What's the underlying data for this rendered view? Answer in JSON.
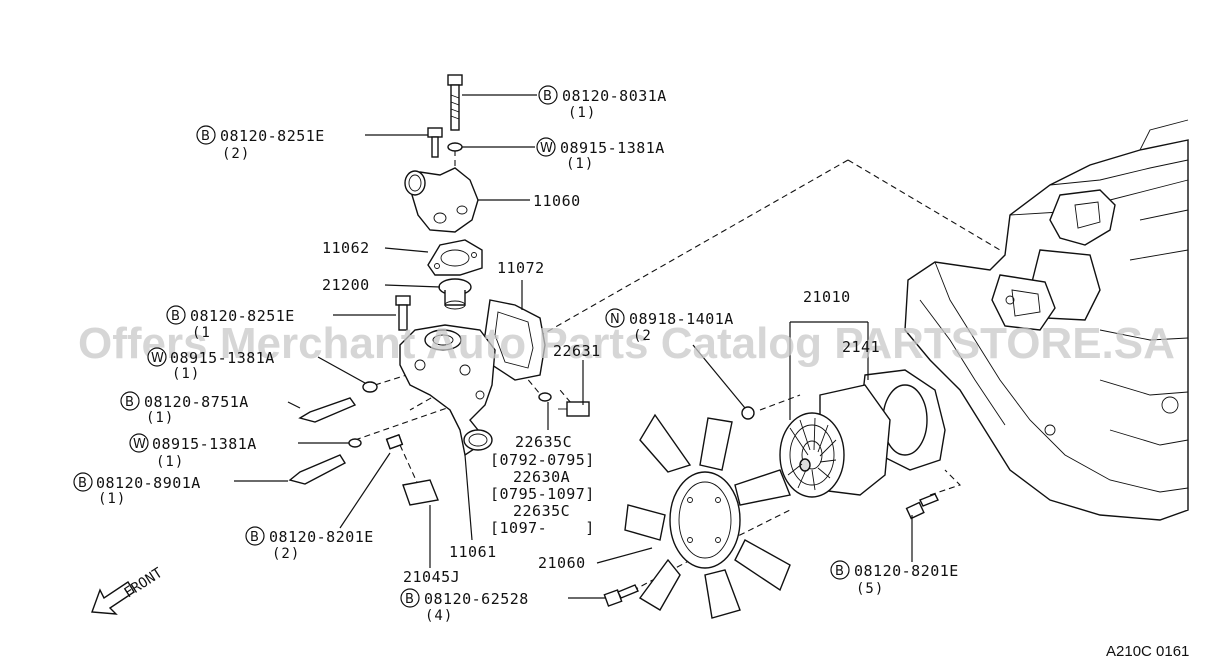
{
  "watermark": "Offers Merchant Auto Parts Catalog PARTSTORE.SA",
  "figure_code": "A210C 0161",
  "front_label": "FRONT",
  "callouts": [
    {
      "id": "b-8031a",
      "prefix": "B",
      "number": "08120-8031A",
      "qty": "(1)"
    },
    {
      "id": "b-8251e-top",
      "prefix": "B",
      "number": "08120-8251E",
      "qty": "(2)"
    },
    {
      "id": "w-1381a-top",
      "prefix": "W",
      "number": "08915-1381A",
      "qty": "(1)"
    },
    {
      "id": "p-11060",
      "number": "11060"
    },
    {
      "id": "p-11062",
      "number": "11062"
    },
    {
      "id": "p-21200",
      "number": "21200"
    },
    {
      "id": "p-11072",
      "number": "11072"
    },
    {
      "id": "b-8251e-mid",
      "prefix": "B",
      "number": "08120-8251E",
      "qty": "(1"
    },
    {
      "id": "n-1401a",
      "prefix": "N",
      "number": "08918-1401A",
      "qty": "(2"
    },
    {
      "id": "p-21010",
      "number": "21010"
    },
    {
      "id": "p-2141",
      "number": "2141"
    },
    {
      "id": "w-1381a-mid",
      "prefix": "W",
      "number": "08915-1381A",
      "qty": "(1)"
    },
    {
      "id": "p-22631",
      "number": "22631"
    },
    {
      "id": "b-8751a",
      "prefix": "B",
      "number": "08120-8751A",
      "qty": "(1)"
    },
    {
      "id": "w-1381a-low",
      "prefix": "W",
      "number": "08915-1381A",
      "qty": "(1)"
    },
    {
      "id": "b-8901a",
      "prefix": "B",
      "number": "08120-8901A",
      "qty": "(1)"
    },
    {
      "id": "p-22635c-a",
      "number": "22635C"
    },
    {
      "id": "r-0792",
      "number": "[0792-0795]"
    },
    {
      "id": "p-22630a",
      "number": "22630A"
    },
    {
      "id": "r-0795",
      "number": "[0795-1097]"
    },
    {
      "id": "p-22635c-b",
      "number": "22635C"
    },
    {
      "id": "r-1097",
      "number": "[1097-    ]"
    },
    {
      "id": "b-8201e-left",
      "prefix": "B",
      "number": "08120-8201E",
      "qty": "(2)"
    },
    {
      "id": "p-11061",
      "number": "11061"
    },
    {
      "id": "p-21060",
      "number": "21060"
    },
    {
      "id": "p-21045j",
      "number": "21045J"
    },
    {
      "id": "b-62528",
      "prefix": "B",
      "number": "08120-62528",
      "qty": "(4)"
    },
    {
      "id": "b-8201e-right",
      "prefix": "B",
      "number": "08120-8201E",
      "qty": "(5)"
    }
  ]
}
